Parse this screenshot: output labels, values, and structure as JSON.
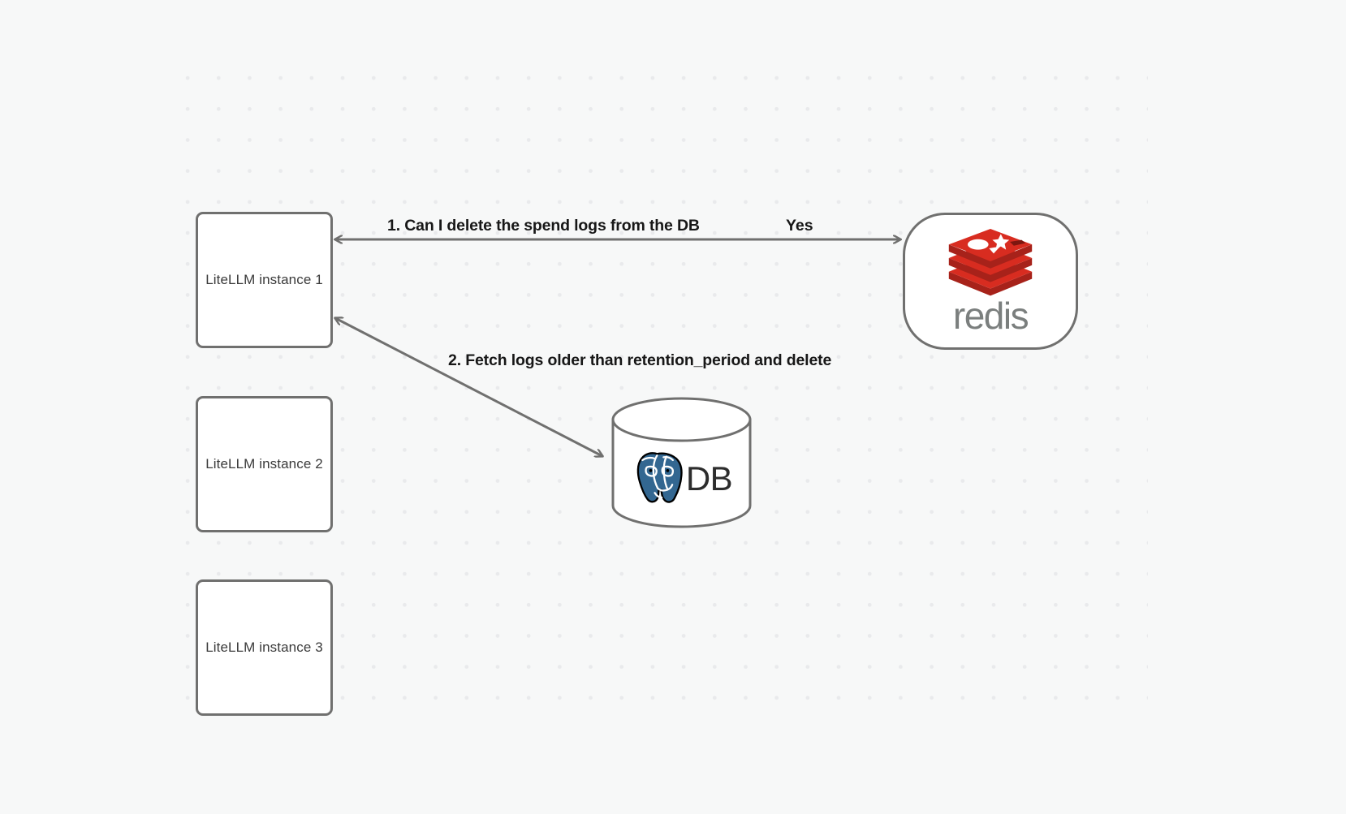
{
  "canvas": {
    "background_color": "#f7f8f8",
    "grid": {
      "dot_color": "#e9eaec",
      "spacing": 38
    }
  },
  "nodes": [
    {
      "id": "litellm-1",
      "label": "LiteLLM instance 1",
      "shape": "rounded-rect"
    },
    {
      "id": "litellm-2",
      "label": "LiteLLM instance 2",
      "shape": "rounded-rect"
    },
    {
      "id": "litellm-3",
      "label": "LiteLLM instance 3",
      "shape": "rounded-rect"
    },
    {
      "id": "redis",
      "label": "redis",
      "shape": "stadium",
      "logo": "redis-logo",
      "brand_color": "#d82c20"
    },
    {
      "id": "db",
      "label": "DB",
      "shape": "cylinder",
      "logo": "postgresql-elephant-logo",
      "brand_color": "#336791"
    }
  ],
  "edges": [
    {
      "id": "edge-1",
      "from": "litellm-1",
      "to": "redis",
      "direction": "bidirectional",
      "label": "1.  Can I delete the spend logs from the DB",
      "label_secondary": "Yes"
    },
    {
      "id": "edge-2",
      "from": "litellm-1",
      "to": "db",
      "direction": "bidirectional",
      "label": "2.  Fetch logs older than retention_period and delete"
    }
  ],
  "colors": {
    "stroke": "#70706f",
    "node_fill": "#ffffff",
    "node_text": "#3a3a3a",
    "label_text": "#171717",
    "redis_red": "#d82c20",
    "redis_red_dark": "#a7221a",
    "redis_word": "#7b7f7e",
    "postgres_blue": "#336791"
  }
}
